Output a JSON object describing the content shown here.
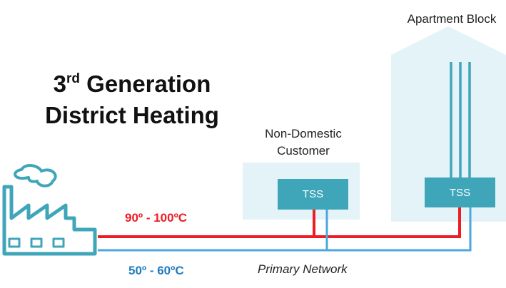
{
  "title": {
    "line1_prefix": "3",
    "line1_sup": "rd",
    "line1_rest": " Generation",
    "line2": "District Heating"
  },
  "non_domestic_customer": {
    "label_line1": "Non-Domestic",
    "label_line2": "Customer",
    "tss_label": "TSS"
  },
  "apartment_block": {
    "label": "Apartment Block",
    "tss_label": "TSS"
  },
  "flow": {
    "label": "90º - 100ºC",
    "color": "#ee1c24"
  },
  "return": {
    "label": "50º - 60ºC",
    "color": "#1f7bc0"
  },
  "network_label": "Primary Network",
  "colors": {
    "building_fill": "#e4f3f7",
    "tss": "#3fa6ba",
    "factory_outline": "#3fa6ba",
    "return_pipe": "#4aa8de",
    "flow_pipe": "#ee1c24"
  },
  "icons": {
    "factory": "factory-icon",
    "apartment_risers": "riser-pipes-icon"
  }
}
